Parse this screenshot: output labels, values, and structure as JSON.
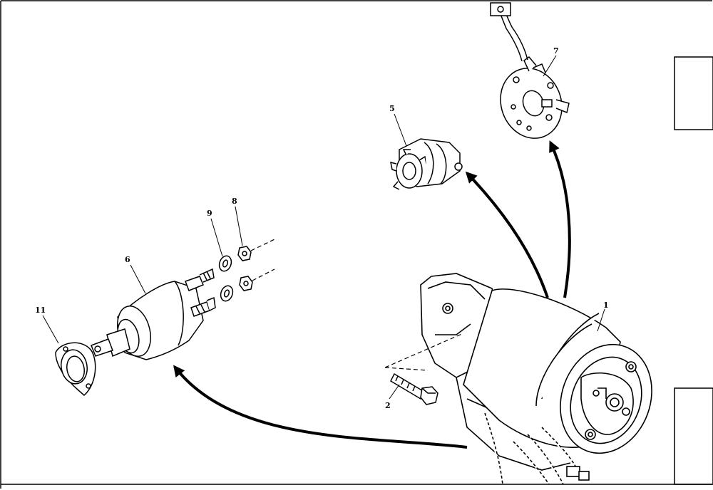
{
  "callouts": {
    "c1": "1",
    "c2": "2",
    "c5": "5",
    "c6": "6",
    "c7": "7",
    "c8": "8",
    "c9": "9",
    "c11": "11"
  },
  "colors": {
    "line": "#000000",
    "background": "#ffffff"
  }
}
